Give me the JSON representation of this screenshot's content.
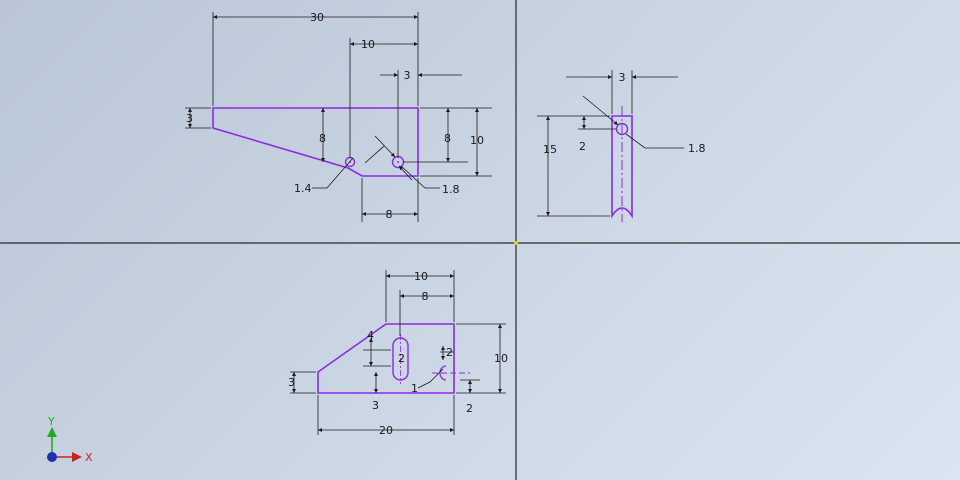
{
  "colors": {
    "sketch": "#8a2be2",
    "dimension": "#1a1a1a",
    "divider": "#2a2a2a",
    "axis_x": "#cc2222",
    "axis_y": "#22aa22",
    "origin": "#1f2fb0",
    "center_dot": "#f0e000"
  },
  "front_view": {
    "dims": {
      "width_30": "30",
      "hole_offset_10": "10",
      "hole_offset_3": "3",
      "left_height_3": "3",
      "height_8_left": "8",
      "height_8_right": "8",
      "height_10": "10",
      "bottom_8": "8",
      "hole_dia_small": "1.4",
      "hole_dia_large": "1.8"
    }
  },
  "side_view": {
    "dims": {
      "width_3": "3",
      "height_15": "15",
      "offset_2": "2",
      "hole_dia": "1.8"
    }
  },
  "top_view": {
    "dims": {
      "top_10": "10",
      "top_8": "8",
      "slot_4": "4",
      "slot_2": "2",
      "hole_2": "2",
      "right_10": "10",
      "left_3": "3",
      "bottom_3": "3",
      "right_2": "2",
      "hole_1": "1",
      "bottom_20": "20"
    }
  },
  "axes": {
    "x_label": "X",
    "y_label": "Y"
  }
}
